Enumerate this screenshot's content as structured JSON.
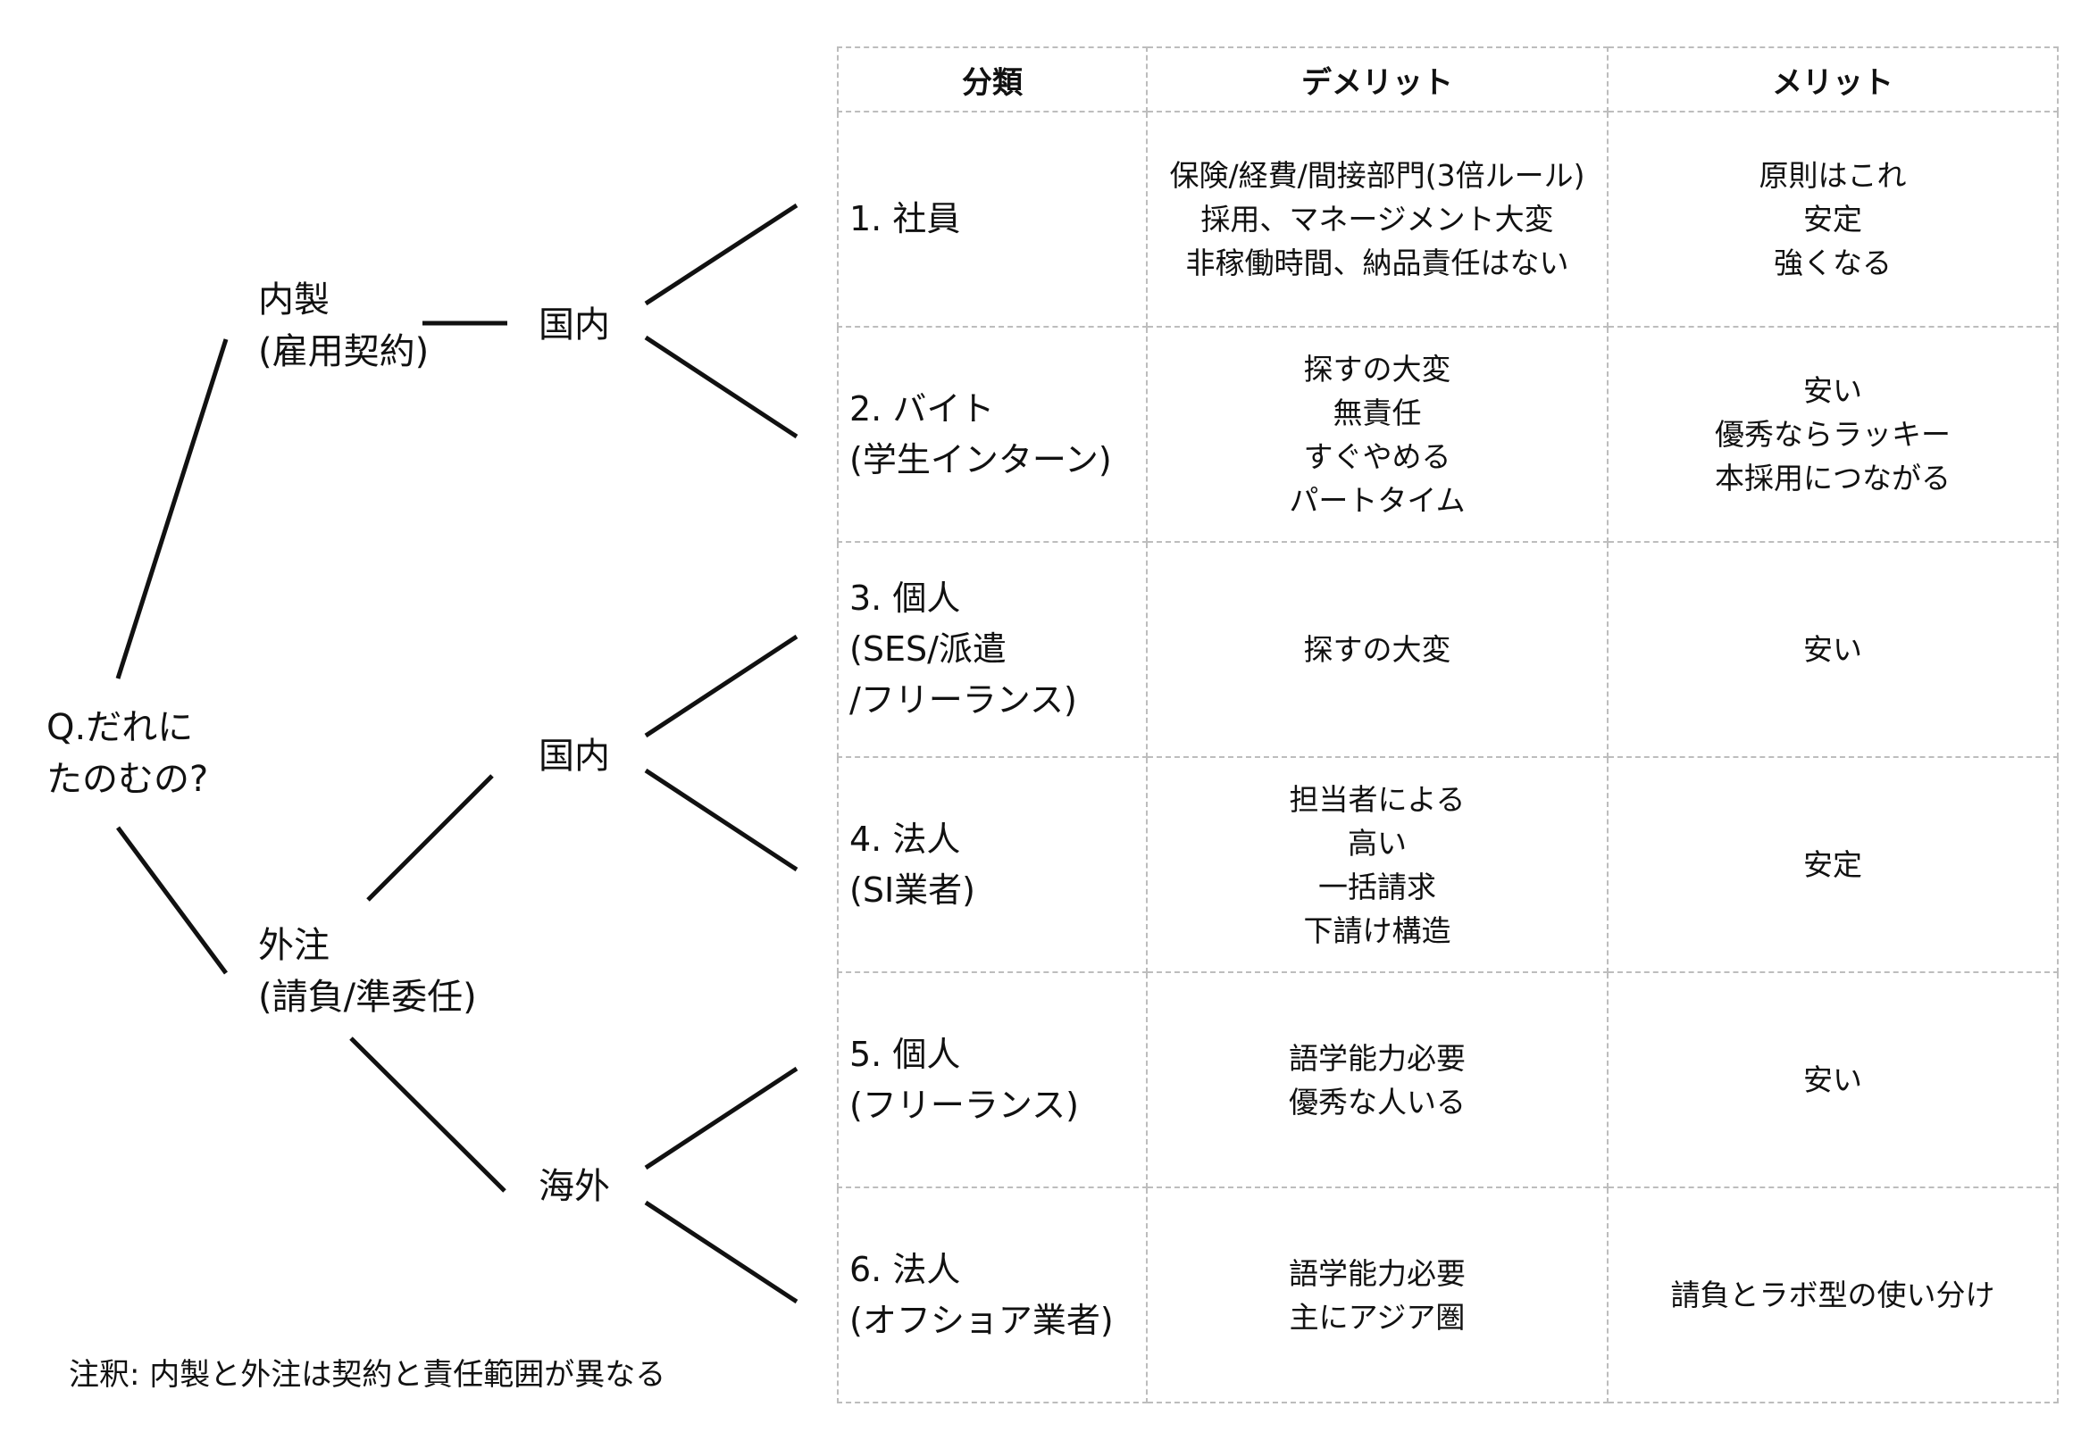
{
  "tree": {
    "root": [
      "Q.だれに",
      "たのむの?"
    ],
    "inhouse": [
      "内製",
      "(雇用契約)"
    ],
    "outsource": [
      "外注",
      "(請負/準委任)"
    ],
    "inhouse_domestic": "国内",
    "outsource_domestic": "国内",
    "outsource_overseas": "海外"
  },
  "note": "注釈: 内製と外注は契約と責任範囲が異なる",
  "table": {
    "headers": [
      "分類",
      "デメリット",
      "メリット"
    ],
    "rows": [
      {
        "category": [
          "1. 社員"
        ],
        "demerits": [
          "保険/経費/間接部門(3倍ルール)",
          "採用、マネージメント大変",
          "非稼働時間、納品責任はない"
        ],
        "merits": [
          "原則はこれ",
          "安定",
          "強くなる"
        ]
      },
      {
        "category": [
          "2. バイト",
          "(学生インターン)"
        ],
        "demerits": [
          "探すの大変",
          "無責任",
          "すぐやめる",
          "パートタイム"
        ],
        "merits": [
          "安い",
          "優秀ならラッキー",
          "本採用につながる"
        ]
      },
      {
        "category": [
          "3. 個人",
          "(SES/派遣",
          "/フリーランス)"
        ],
        "demerits": [
          "探すの大変"
        ],
        "merits": [
          "安い"
        ]
      },
      {
        "category": [
          "4. 法人",
          "(SI業者)"
        ],
        "demerits": [
          "担当者による",
          "高い",
          "一括請求",
          "下請け構造"
        ],
        "merits": [
          "安定"
        ]
      },
      {
        "category": [
          "5. 個人",
          "(フリーランス)"
        ],
        "demerits": [
          "語学能力必要",
          "優秀な人いる"
        ],
        "merits": [
          "安い"
        ]
      },
      {
        "category": [
          "6. 法人",
          "(オフショア業者)"
        ],
        "demerits": [
          "語学能力必要",
          "主にアジア圏"
        ],
        "merits": [
          "請負とラボ型の使い分け"
        ]
      }
    ]
  }
}
